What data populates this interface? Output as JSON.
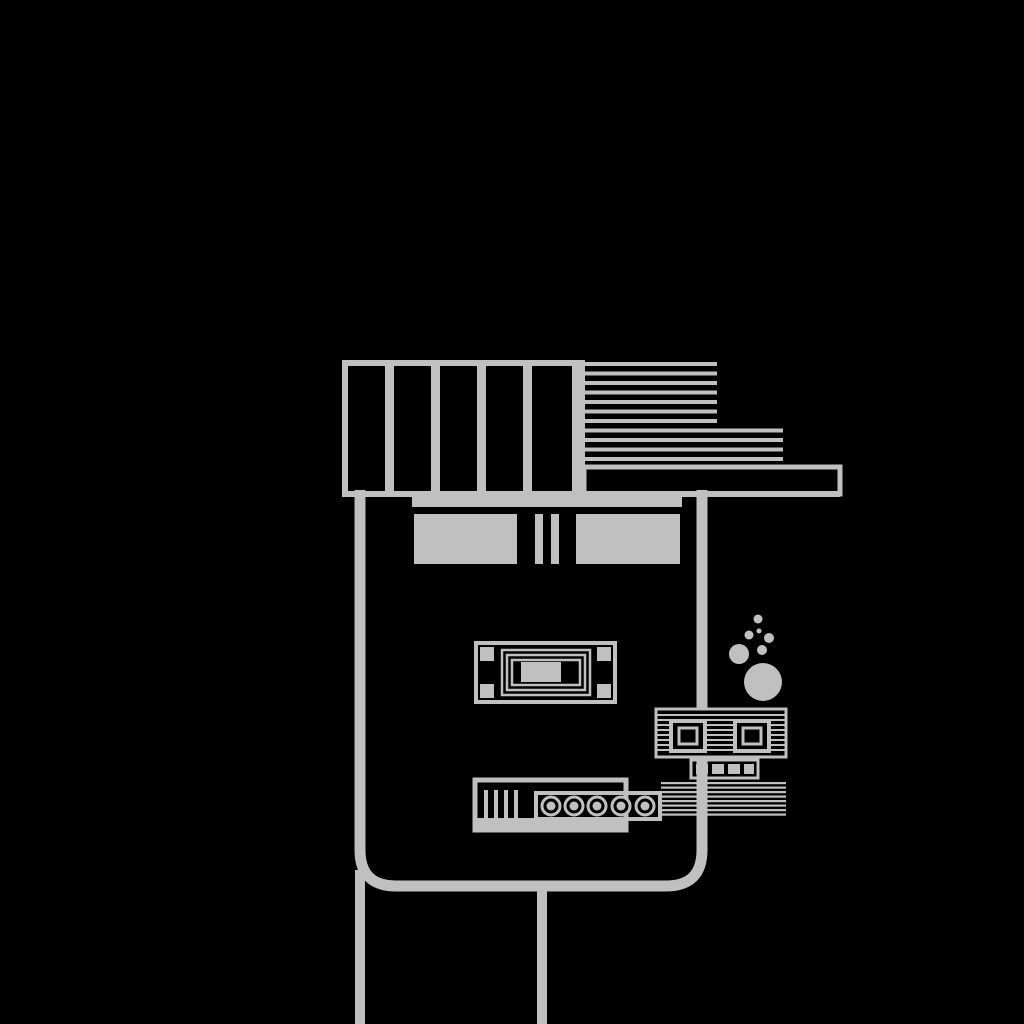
{
  "colors": {
    "background": "#000000",
    "line": "#c0c0c0"
  },
  "composition": {
    "icon": "abstract-machine-figure",
    "parts": [
      "hat-block",
      "face-body",
      "eye-slot-band",
      "center-emblem",
      "mouth-plate",
      "bubble-cluster",
      "side-module",
      "legs"
    ]
  }
}
